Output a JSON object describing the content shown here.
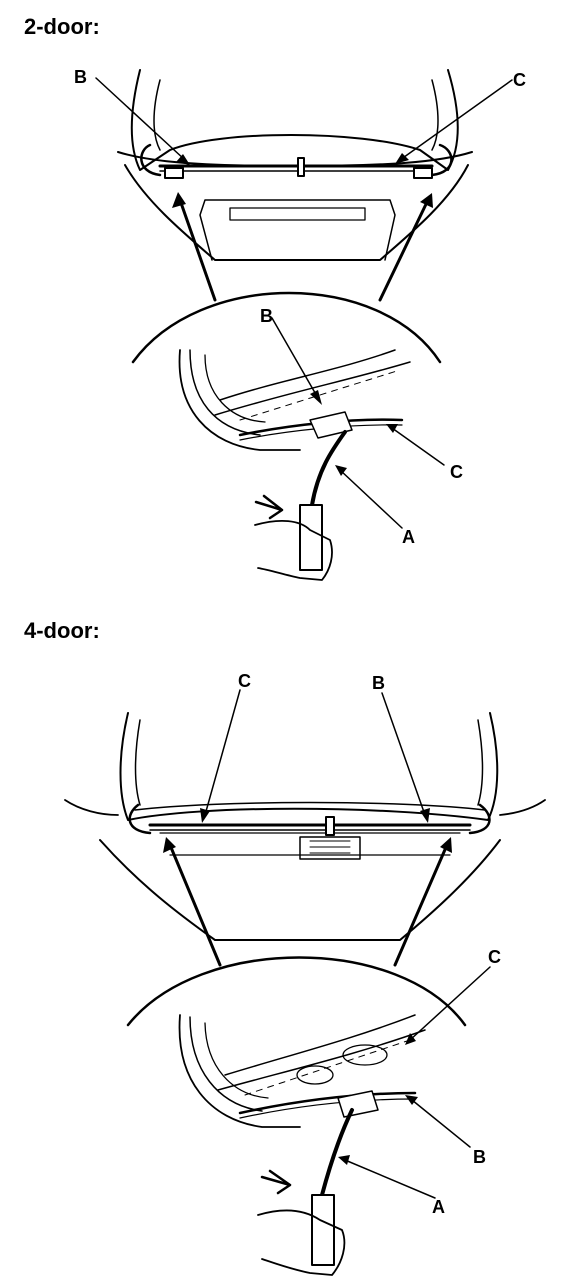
{
  "sections": [
    {
      "heading": "2-door:",
      "labels": {
        "b_top": "B",
        "c_top": "C",
        "b_detail": "B",
        "c_detail": "C",
        "a_detail": "A"
      }
    },
    {
      "heading": "4-door:",
      "labels": {
        "c_top": "C",
        "b_top": "B",
        "c_detail": "C",
        "b_detail": "B",
        "a_detail": "A"
      }
    }
  ],
  "colors": {
    "line": "#000000",
    "background": "#ffffff"
  }
}
